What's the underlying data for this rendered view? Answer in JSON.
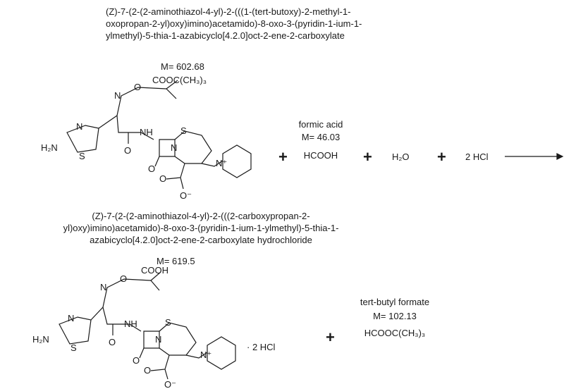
{
  "reactants": {
    "main": {
      "name_line1": "(Z)-7-(2-(2-aminothiazol-4-yl)-2-(((1-(tert-butoxy)-2-methyl-1-",
      "name_line2": "oxopropan-2-yl)oxy)imino)acetamido)-8-oxo-3-(pyridin-1-ium-1-",
      "name_line3": "ylmethyl)-5-thia-1-azabicyclo[4.2.0]oct-2-ene-2-carboxylate",
      "mass": "M= 602.68",
      "ester_group": "COOC(CH₃)₃"
    },
    "formic_acid": {
      "name": "formic acid",
      "mass": "M= 46.03",
      "formula": "HCOOH"
    },
    "water": {
      "formula": "H₂O"
    },
    "hcl": {
      "formula": "2 HCl"
    }
  },
  "products": {
    "main": {
      "name_line1": "(Z)-7-(2-(2-aminothiazol-4-yl)-2-(((2-carboxypropan-2-",
      "name_line2": "yl)oxy)imino)acetamido)-8-oxo-3-(pyridin-1-ium-1-ylmethyl)-5-thia-1-",
      "name_line3": "azabicyclo[4.2.0]oct-2-ene-2-carboxylate hydrochloride",
      "mass": "M= 619.5",
      "acid_group": "COOH",
      "salt": "· 2 HCl"
    },
    "tbf": {
      "name": "tert-butyl formate",
      "mass": "M= 102.13",
      "formula": "HCOOC(CH₃)₃"
    }
  },
  "atoms": {
    "N": "N",
    "O": "O",
    "S": "S",
    "H2N": "H₂N",
    "NH": "NH",
    "O_minus": "O⁻",
    "N_plus": "N⁺"
  },
  "operators": {
    "plus": "+",
    "arrow": "→"
  }
}
